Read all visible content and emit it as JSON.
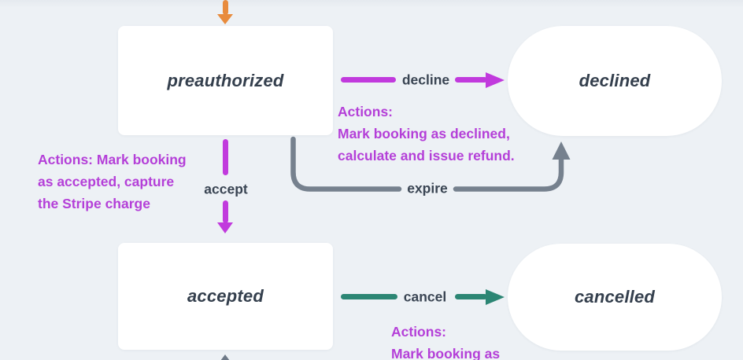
{
  "diagram": {
    "title_hint": "booking state machine",
    "background": "#edf1f5",
    "node_fill": "#ffffff",
    "node_text_color": "#343f4d",
    "nodes": [
      {
        "id": "preauthorized",
        "label": "preauthorized",
        "shape": "rectangle"
      },
      {
        "id": "declined",
        "label": "declined",
        "shape": "pill"
      },
      {
        "id": "accepted",
        "label": "accepted",
        "shape": "rectangle"
      },
      {
        "id": "cancelled",
        "label": "cancelled",
        "shape": "pill"
      }
    ],
    "edges": [
      {
        "id": "decline",
        "label": "decline",
        "from": "preauthorized",
        "to": "declined",
        "color": "#c13add"
      },
      {
        "id": "accept",
        "label": "accept",
        "from": "preauthorized",
        "to": "accepted",
        "color": "#c13add"
      },
      {
        "id": "expire",
        "label": "expire",
        "from": "preauthorized",
        "to": "declined",
        "color": "#76818e"
      },
      {
        "id": "cancel",
        "label": "cancel",
        "from": "accepted",
        "to": "cancelled",
        "color": "#2c8674"
      },
      {
        "id": "incoming-top",
        "label": "",
        "to": "preauthorized",
        "color": "#e88b3d"
      },
      {
        "id": "incoming-bottom",
        "label": "",
        "to": "accepted",
        "color": "#6e7987"
      }
    ],
    "annotations": [
      {
        "id": "accept-actions",
        "color": "#b43fd8",
        "lines": [
          "Actions: Mark booking",
          "as accepted, capture",
          "the Stripe charge"
        ]
      },
      {
        "id": "decline-actions",
        "color": "#b43fd8",
        "lines": [
          "Actions:",
          "Mark booking as declined,",
          "calculate and issue refund."
        ]
      },
      {
        "id": "cancel-actions",
        "color": "#b43fd8",
        "lines": [
          "Actions:",
          "Mark booking as"
        ]
      }
    ]
  }
}
